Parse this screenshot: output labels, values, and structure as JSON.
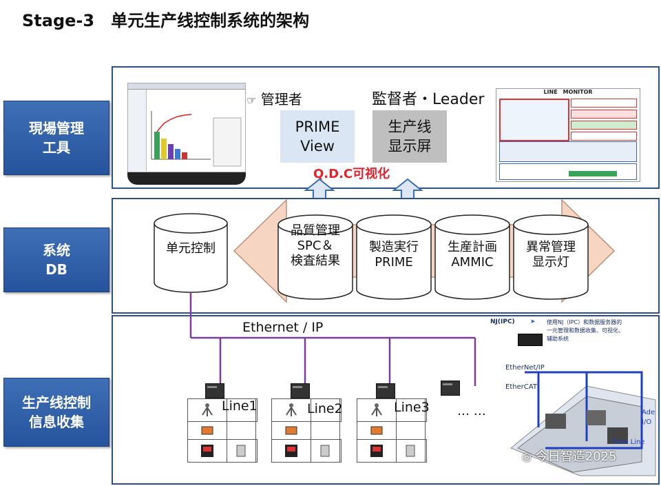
{
  "header": {
    "title": "Stage-3　单元生产线控制系统的架构"
  },
  "side": {
    "tools": "現場管理\n工具",
    "db": "系统\nDB",
    "collect": "生产线控制\n信息收集"
  },
  "top": {
    "manager": "管理者",
    "supervisor": "監督者・Leader",
    "prime_view": "PRIME\nView",
    "line_display": "生产线\n显示屏",
    "qdc": "Q.D.C可视化",
    "monitor_title": "LINE　MONITOR"
  },
  "db": {
    "unit_control": "单元控制",
    "cylinders": [
      "品質管理\nSPC＆\n検査結果",
      "製造実行\nPRIME",
      "生産計画\nAMMIC",
      "異常管理\n显示灯"
    ]
  },
  "network": {
    "ethernet": "Ethernet / IP",
    "lines": [
      "Line1",
      "Line2",
      "Line3"
    ],
    "ellipsis": "… …",
    "nj_ipc": "NJ(IPC)",
    "nj_desc": "使用NJ（IPC）和数据服务器的\n一元管理和数据收集、可视化、\n辅助系统",
    "ethernet_ip": "EtherNet/IP",
    "ethercat": "EtherCAT",
    "ade": "Ade\nI/O",
    "time_line": "Time Line"
  },
  "watermark": "今日智造2025",
  "colors": {
    "panel_border": "#2c4f86",
    "side_blue": "#2f60a9",
    "qdc_red": "#e8202a",
    "arrow_fill": "#f6d6c2",
    "line_purple": "#7a3e98"
  }
}
